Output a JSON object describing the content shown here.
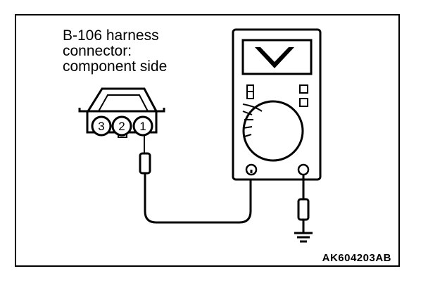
{
  "connector": {
    "label_lines": [
      "B-106 harness",
      "connector:",
      "component side"
    ],
    "pins": [
      "3",
      "2",
      "1"
    ]
  },
  "meter": {
    "mode_symbol": "V"
  },
  "figure_code": "AK604203AB",
  "colors": {
    "line": "#000000",
    "background": "#ffffff"
  }
}
